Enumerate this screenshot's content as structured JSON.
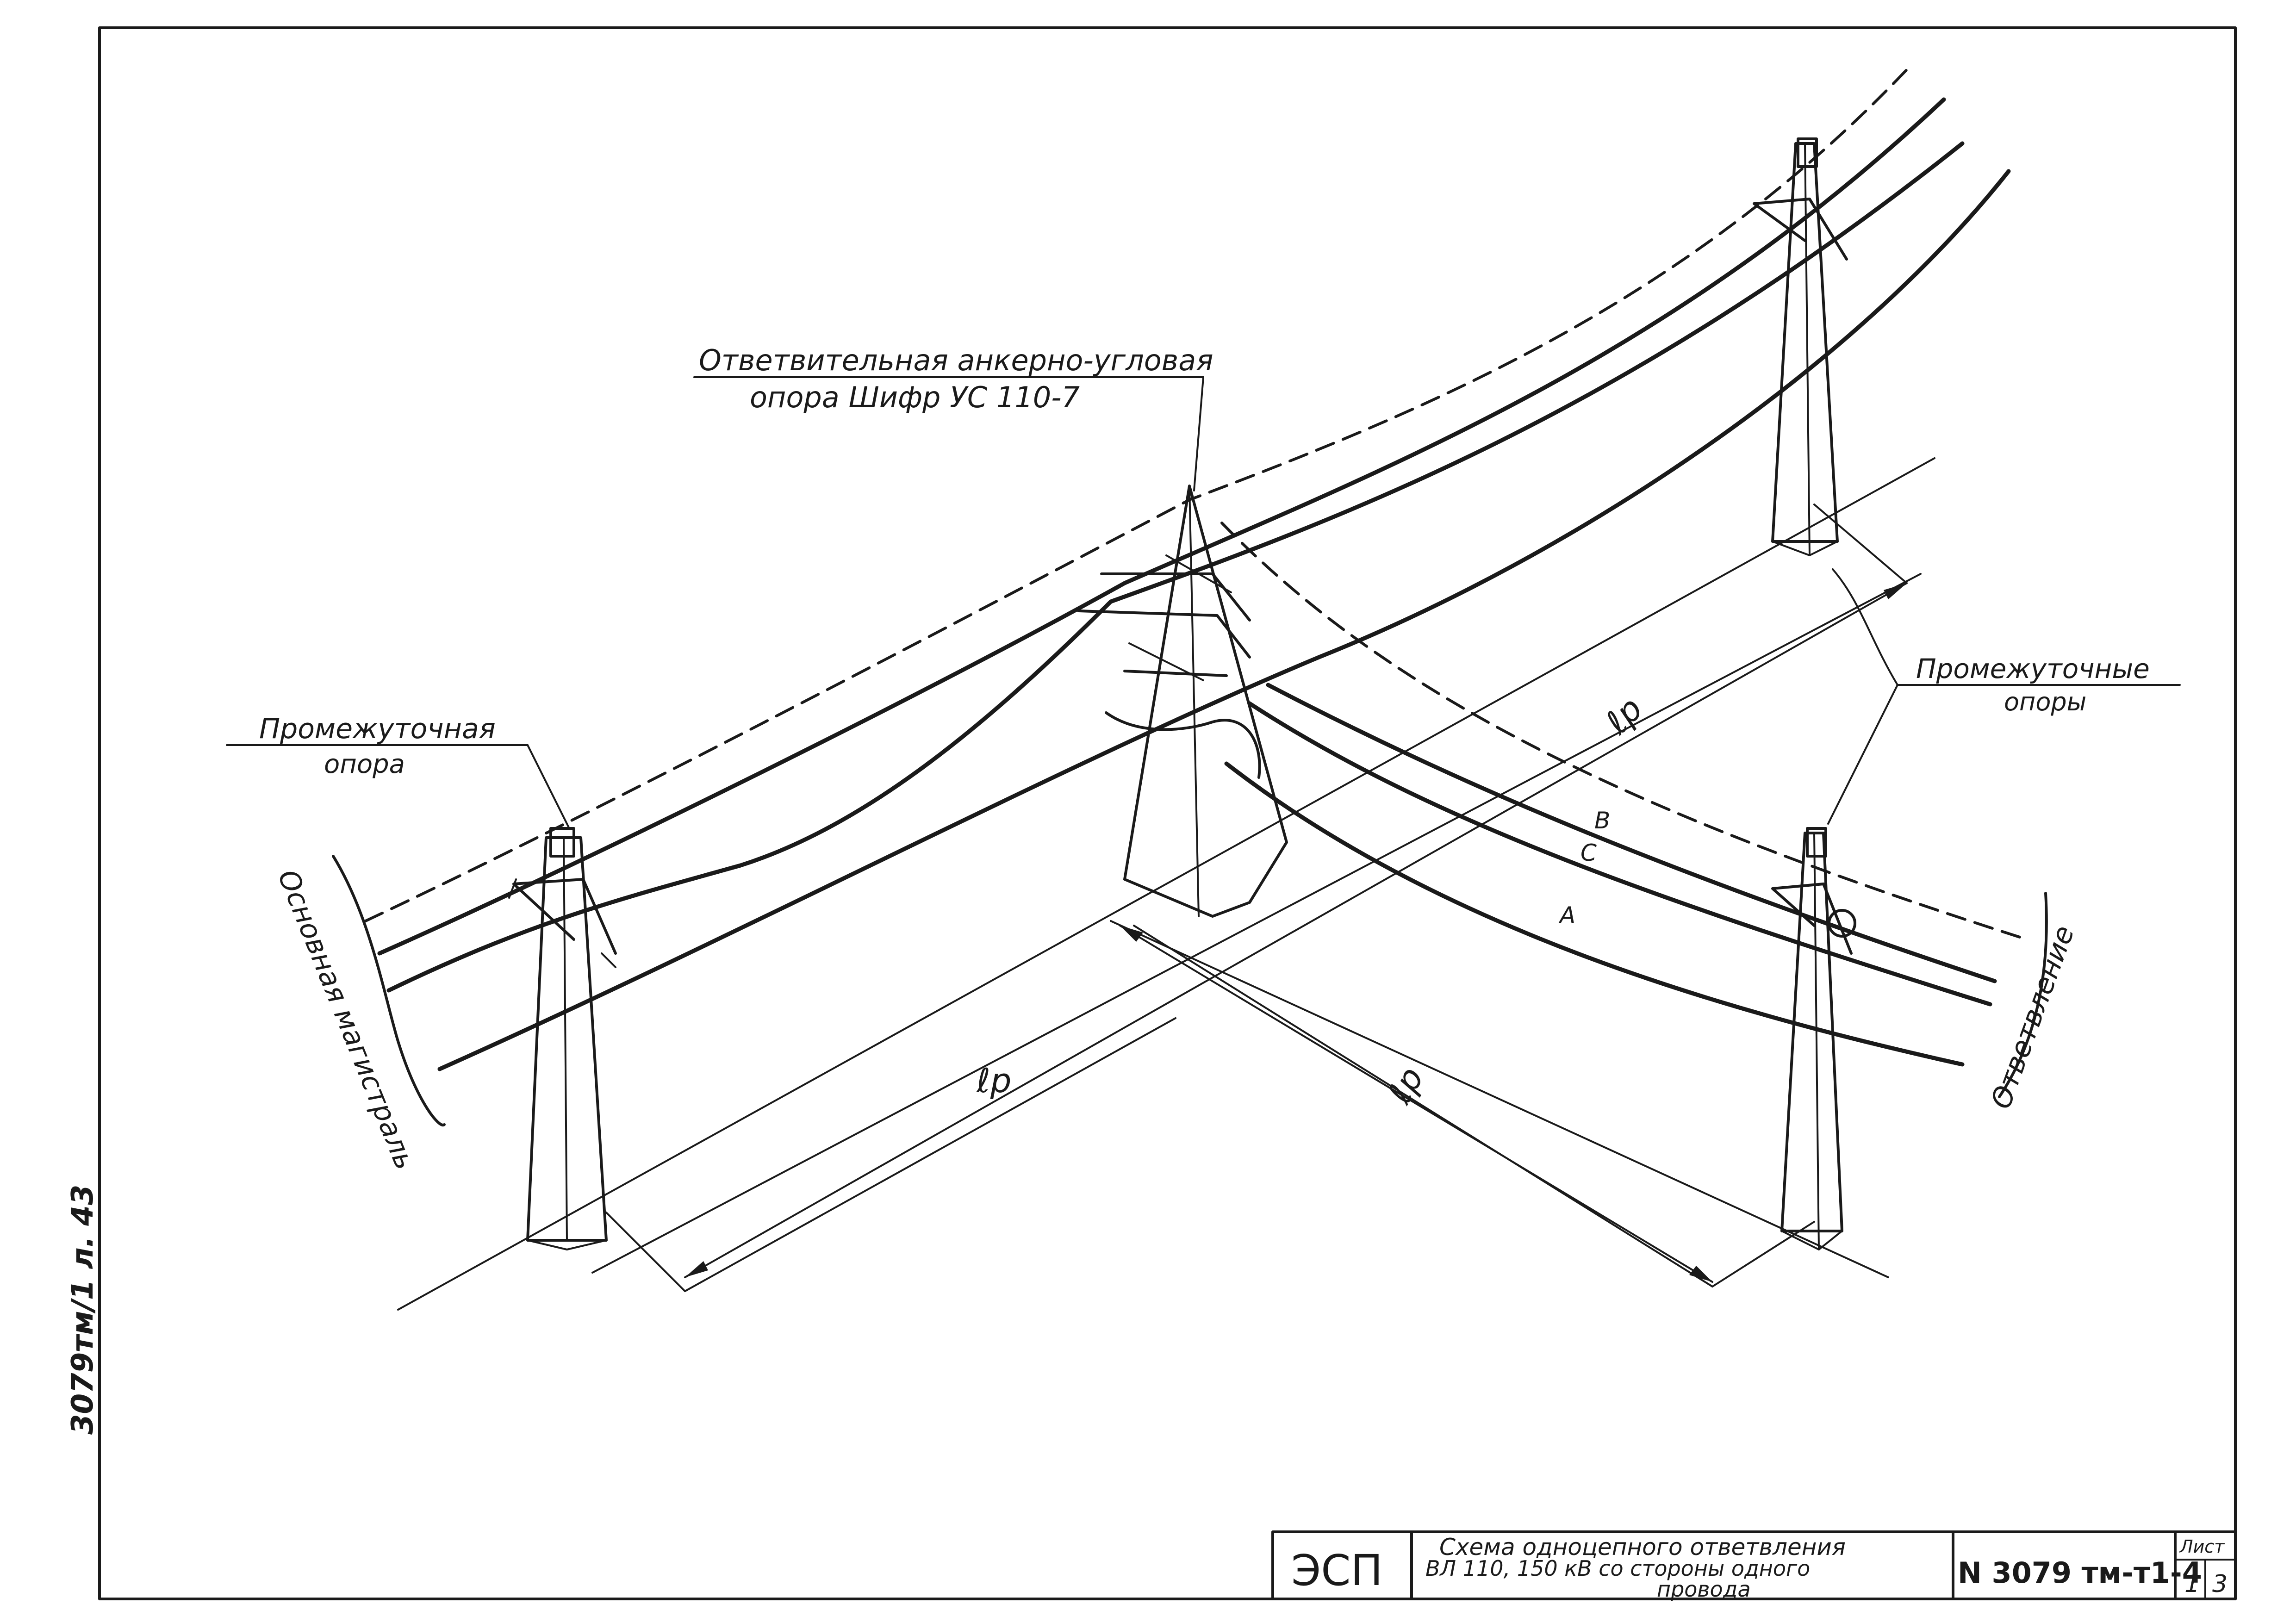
{
  "labels": {
    "branch_tower_line1": "Ответвительная анкерно-угловая",
    "branch_tower_line2": "опора Шифр УС 110-7",
    "intermediate_single": "Промежуточная",
    "intermediate_single_2": "опора",
    "intermediate_plural": "Промежуточные",
    "intermediate_plural_2": "опоры",
    "main_line": "Основная магистраль",
    "branch": "Ответвление",
    "span_1": "ℓр",
    "span_2": "ℓр",
    "span_3": "ℓр",
    "phase_a": "A",
    "phase_b": "B",
    "phase_c": "C",
    "margin_note": "3079тм/1 л. 43"
  },
  "title_block": {
    "org": "ЭСП",
    "title_line1": "Схема одноцепного ответвления",
    "title_line2": "ВЛ 110, 150 кВ со стороны одного",
    "title_line3": "провода",
    "doc_number": "N 3079 тм-т1-4",
    "sheet_label": "Лист",
    "sheet_value": "1",
    "sheets_value": "3"
  }
}
